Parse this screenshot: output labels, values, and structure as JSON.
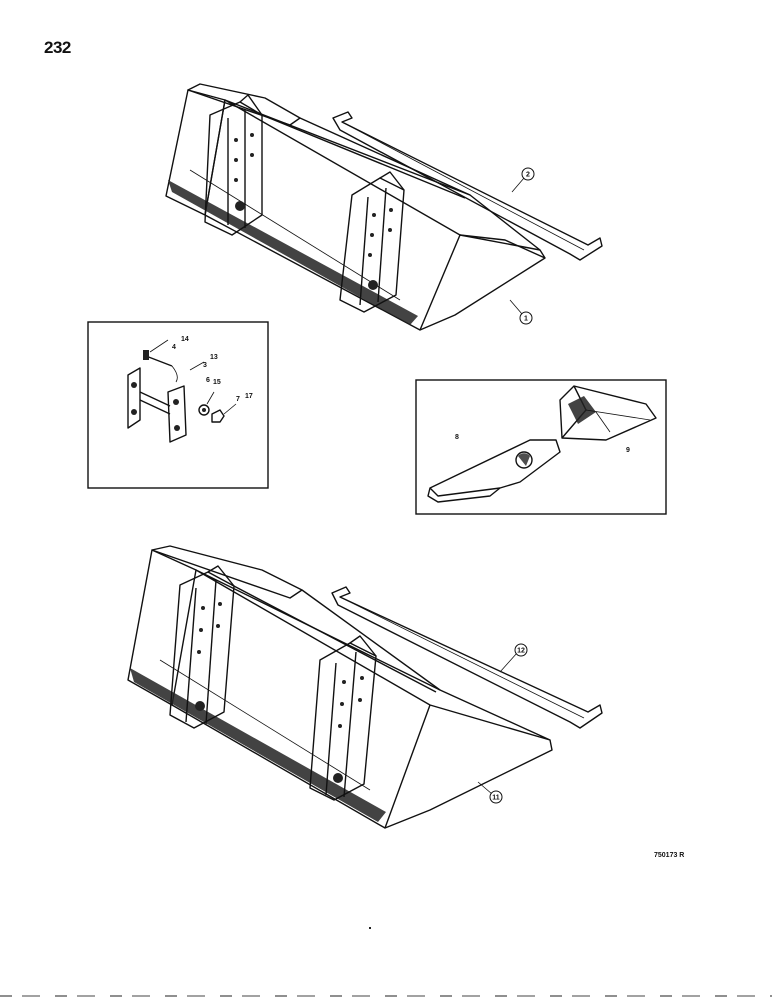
{
  "page": {
    "number": "232",
    "drawing_number": "750173 R"
  },
  "callouts": {
    "c1": "1",
    "c2": "2",
    "c11": "11",
    "c12": "12",
    "c14": "14",
    "c4": "4",
    "c13": "13",
    "c3": "3",
    "c6": "6",
    "c15": "15",
    "c7": "7",
    "c17": "17",
    "c8": "8",
    "c9": "9"
  },
  "colors": {
    "ink": "#111111",
    "paper": "#ffffff"
  }
}
